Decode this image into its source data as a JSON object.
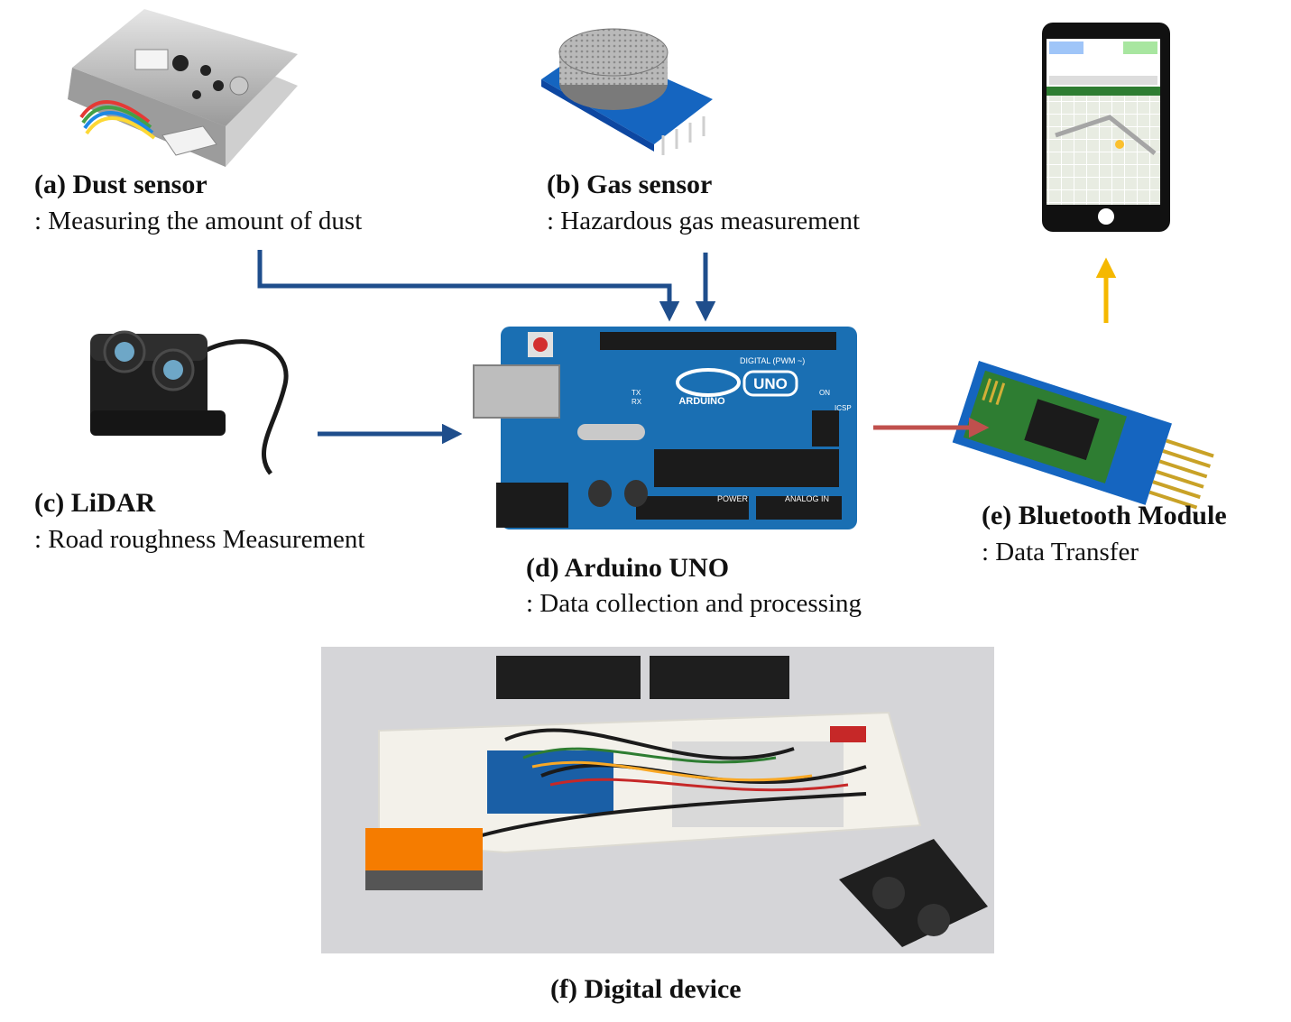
{
  "components": {
    "dust": {
      "title": "(a) Dust sensor",
      "desc": ": Measuring the amount of dust",
      "icon": "dust-sensor-icon"
    },
    "gas": {
      "title": "(b) Gas sensor",
      "desc": ": Hazardous gas measurement",
      "icon": "gas-sensor-icon"
    },
    "lidar": {
      "title": "(c) LiDAR",
      "desc": ": Road roughness Measurement",
      "icon": "lidar-sensor-icon"
    },
    "arduino": {
      "title": "(d) Arduino UNO",
      "desc": ": Data collection and processing",
      "icon": "arduino-board-icon"
    },
    "bluetooth": {
      "title": "(e) Bluetooth Module",
      "desc": ": Data Transfer",
      "icon": "bluetooth-module-icon"
    },
    "device": {
      "title": "(f) Digital device",
      "icon": "assembled-device-photo"
    },
    "phone": {
      "icon": "smartphone-icon"
    }
  },
  "board_text": {
    "brand": "ARDUINO",
    "model": "UNO",
    "digital": "DIGITAL (PWM ~)",
    "power": "POWER",
    "analog": "ANALOG IN",
    "tx": "TX",
    "rx": "RX",
    "on": "ON",
    "icsp": "ICSP"
  },
  "colors": {
    "sensor_arrow": "#1f4e8c",
    "bluetooth_arrow": "#c0504d",
    "phone_arrow": "#f5b800",
    "board_blue": "#1a6fb3"
  }
}
